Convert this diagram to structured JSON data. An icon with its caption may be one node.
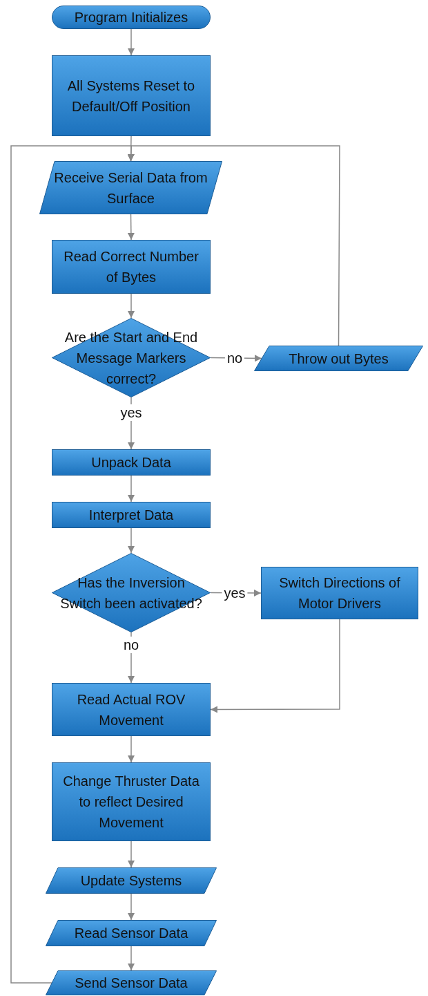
{
  "diagram": {
    "nodes": [
      {
        "text": [
          "Program Initializes"
        ]
      },
      {
        "text": [
          "All Systems Reset to Default/Off Position"
        ]
      },
      {
        "text": [
          "Receive Serial Data from Surface"
        ]
      },
      {
        "text": [
          "Read Correct Number of Bytes"
        ]
      },
      {
        "text": [
          "Are the Start and End Message Markers correct?"
        ]
      },
      {
        "text": [
          "Throw out Bytes"
        ]
      },
      {
        "text": [
          "Unpack Data"
        ]
      },
      {
        "text": [
          "Interpret Data"
        ]
      },
      {
        "text": [
          "Has the Inversion Switch been activated?"
        ]
      },
      {
        "text": [
          "Switch Directions of Motor Drivers"
        ]
      },
      {
        "text": [
          "Read Actual ROV Movement"
        ]
      },
      {
        "text": [
          "Change Thruster Data to reflect Desired Movement"
        ]
      },
      {
        "text": [
          "Update Systems"
        ]
      },
      {
        "text": [
          "Read Sensor Data"
        ]
      },
      {
        "text": [
          "Send Sensor Data"
        ]
      }
    ],
    "edges": [
      {
        "from": 0,
        "to": 1,
        "arrow": "to"
      },
      {
        "from": 1,
        "to": 2,
        "arrow": "to"
      },
      {
        "from": 2,
        "to": 3,
        "arrow": "to"
      },
      {
        "from": 3,
        "to": 4,
        "arrow": "to"
      },
      {
        "from": 4,
        "to": 5,
        "arrow": "to",
        "label": "no"
      },
      {
        "from": 5,
        "to": 2,
        "arrow": "to"
      },
      {
        "from": 4,
        "to": 6,
        "arrow": "to",
        "label": "yes"
      },
      {
        "from": 6,
        "to": 7,
        "arrow": "to"
      },
      {
        "from": 7,
        "to": 8,
        "arrow": "to"
      },
      {
        "from": 8,
        "to": 9,
        "arrow": "to",
        "label": "yes"
      },
      {
        "from": 8,
        "to": 10,
        "arrow": "to",
        "label": "no"
      },
      {
        "from": 9,
        "to": 10,
        "arrow": "to"
      },
      {
        "from": 10,
        "to": 11,
        "arrow": "to"
      },
      {
        "from": 11,
        "to": 12,
        "arrow": "to"
      },
      {
        "from": 12,
        "to": 13,
        "arrow": "to"
      },
      {
        "from": 13,
        "to": 14,
        "arrow": "to"
      },
      {
        "from": 14,
        "to": 2,
        "arrow": "to"
      }
    ]
  }
}
